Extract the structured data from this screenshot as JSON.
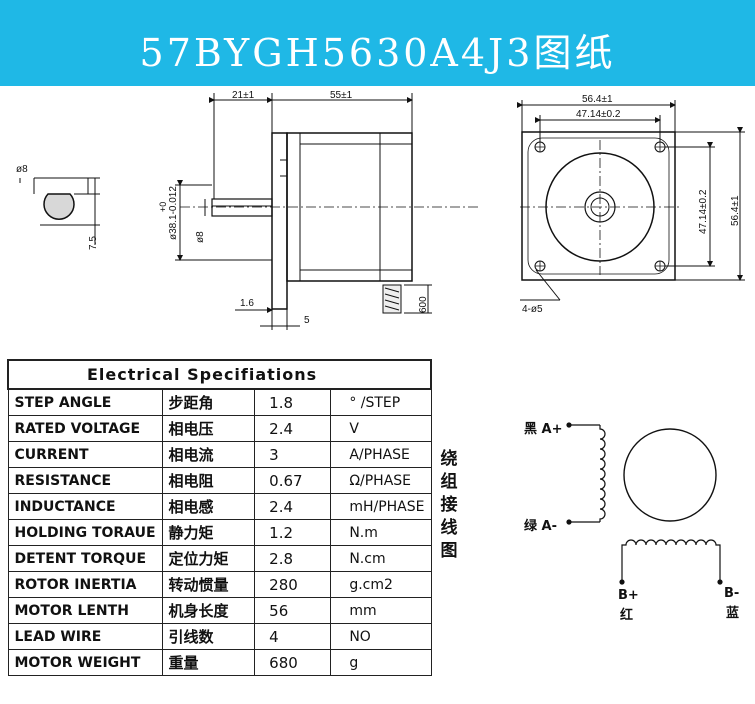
{
  "title": "57BYGH5630A4J3图纸",
  "drawing": {
    "shaft_section": {
      "diameter": "ø8",
      "flat": "7.5"
    },
    "side_view": {
      "dim_shaft": "21±1",
      "dim_body": "55±1",
      "dim_boss": "ø38.1-0.012",
      "dim_boss_tol": "+0",
      "dim_shaft_dia": "ø8",
      "dim_flange": "1.6",
      "dim_boss_len": "5",
      "dim_lead": "600"
    },
    "front_view": {
      "dim_width": "56.4±1",
      "dim_hole_spacing_h": "47.14±0.2",
      "dim_hole_spacing_v": "47.14±0.2",
      "dim_height": "56.4±1",
      "holes": "4-ø5"
    }
  },
  "spec_table": {
    "title": "Electrical Specifiations",
    "rows": [
      {
        "name": "STEP ANGLE",
        "cn": "步距角",
        "value": "1.8",
        "unit": "° /STEP"
      },
      {
        "name": "RATED VOLTAGE",
        "cn": "相电压",
        "value": "2.4",
        "unit": "V"
      },
      {
        "name": "CURRENT",
        "cn": "相电流",
        "value": "3",
        "unit": "A/PHASE"
      },
      {
        "name": "RESISTANCE",
        "cn": "相电阻",
        "value": "0.67",
        "unit": "Ω/PHASE"
      },
      {
        "name": "INDUCTANCE",
        "cn": "相电感",
        "value": "2.4",
        "unit": "mH/PHASE"
      },
      {
        "name": "HOLDING TORAUE",
        "cn": "静力矩",
        "value": "1.2",
        "unit": "N.m"
      },
      {
        "name": "DETENT TORQUE",
        "cn": "定位力矩",
        "value": "2.8",
        "unit": "N.cm"
      },
      {
        "name": "ROTOR INERTIA",
        "cn": "转动惯量",
        "value": "280",
        "unit": "g.cm2"
      },
      {
        "name": "MOTOR LENTH",
        "cn": "机身长度",
        "value": "56",
        "unit": "mm"
      },
      {
        "name": "LEAD WIRE",
        "cn": "引线数",
        "value": "4",
        "unit": "NO"
      },
      {
        "name": "MOTOR WEIGHT",
        "cn": "重量",
        "value": "680",
        "unit": "g"
      }
    ]
  },
  "wiring": {
    "label": "绕组接线图",
    "a_plus": "黑 A+",
    "a_minus": "绿 A-",
    "b_plus": "B+",
    "b_plus_color": "红",
    "b_minus": "B-",
    "b_minus_color": "蓝"
  },
  "colors": {
    "banner": "#1fb8e6",
    "line": "#111111"
  }
}
